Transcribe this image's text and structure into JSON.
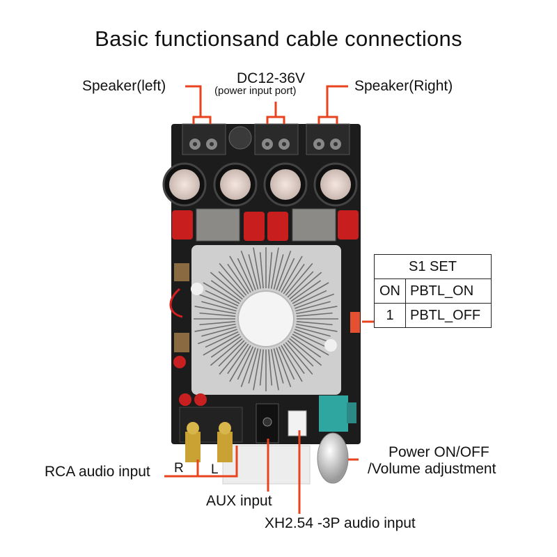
{
  "title": "Basic functionsand cable connections",
  "labels": {
    "speaker_left": "Speaker(left)",
    "power_port_main": "DC12-36V",
    "power_port_sub": "(power input port)",
    "speaker_right": "Speaker(Right)",
    "rca_input": "RCA audio input",
    "rca_r": "R",
    "rca_l": "L",
    "aux_input": "AUX input",
    "xh_input": "XH2.54 -3P audio input",
    "power_line1": "Power ON/OFF",
    "power_line2": "/Volume adjustment"
  },
  "s1_table": {
    "header": "S1 SET",
    "rows": [
      {
        "key": "ON",
        "value": "PBTL_ON"
      },
      {
        "key": "1",
        "value": "PBTL_OFF"
      }
    ]
  },
  "colors": {
    "callout": "#e8421f",
    "board": "#1c1c1c",
    "capacitor_red": "#c81e1e",
    "heatsink": "#d9d9d9"
  }
}
